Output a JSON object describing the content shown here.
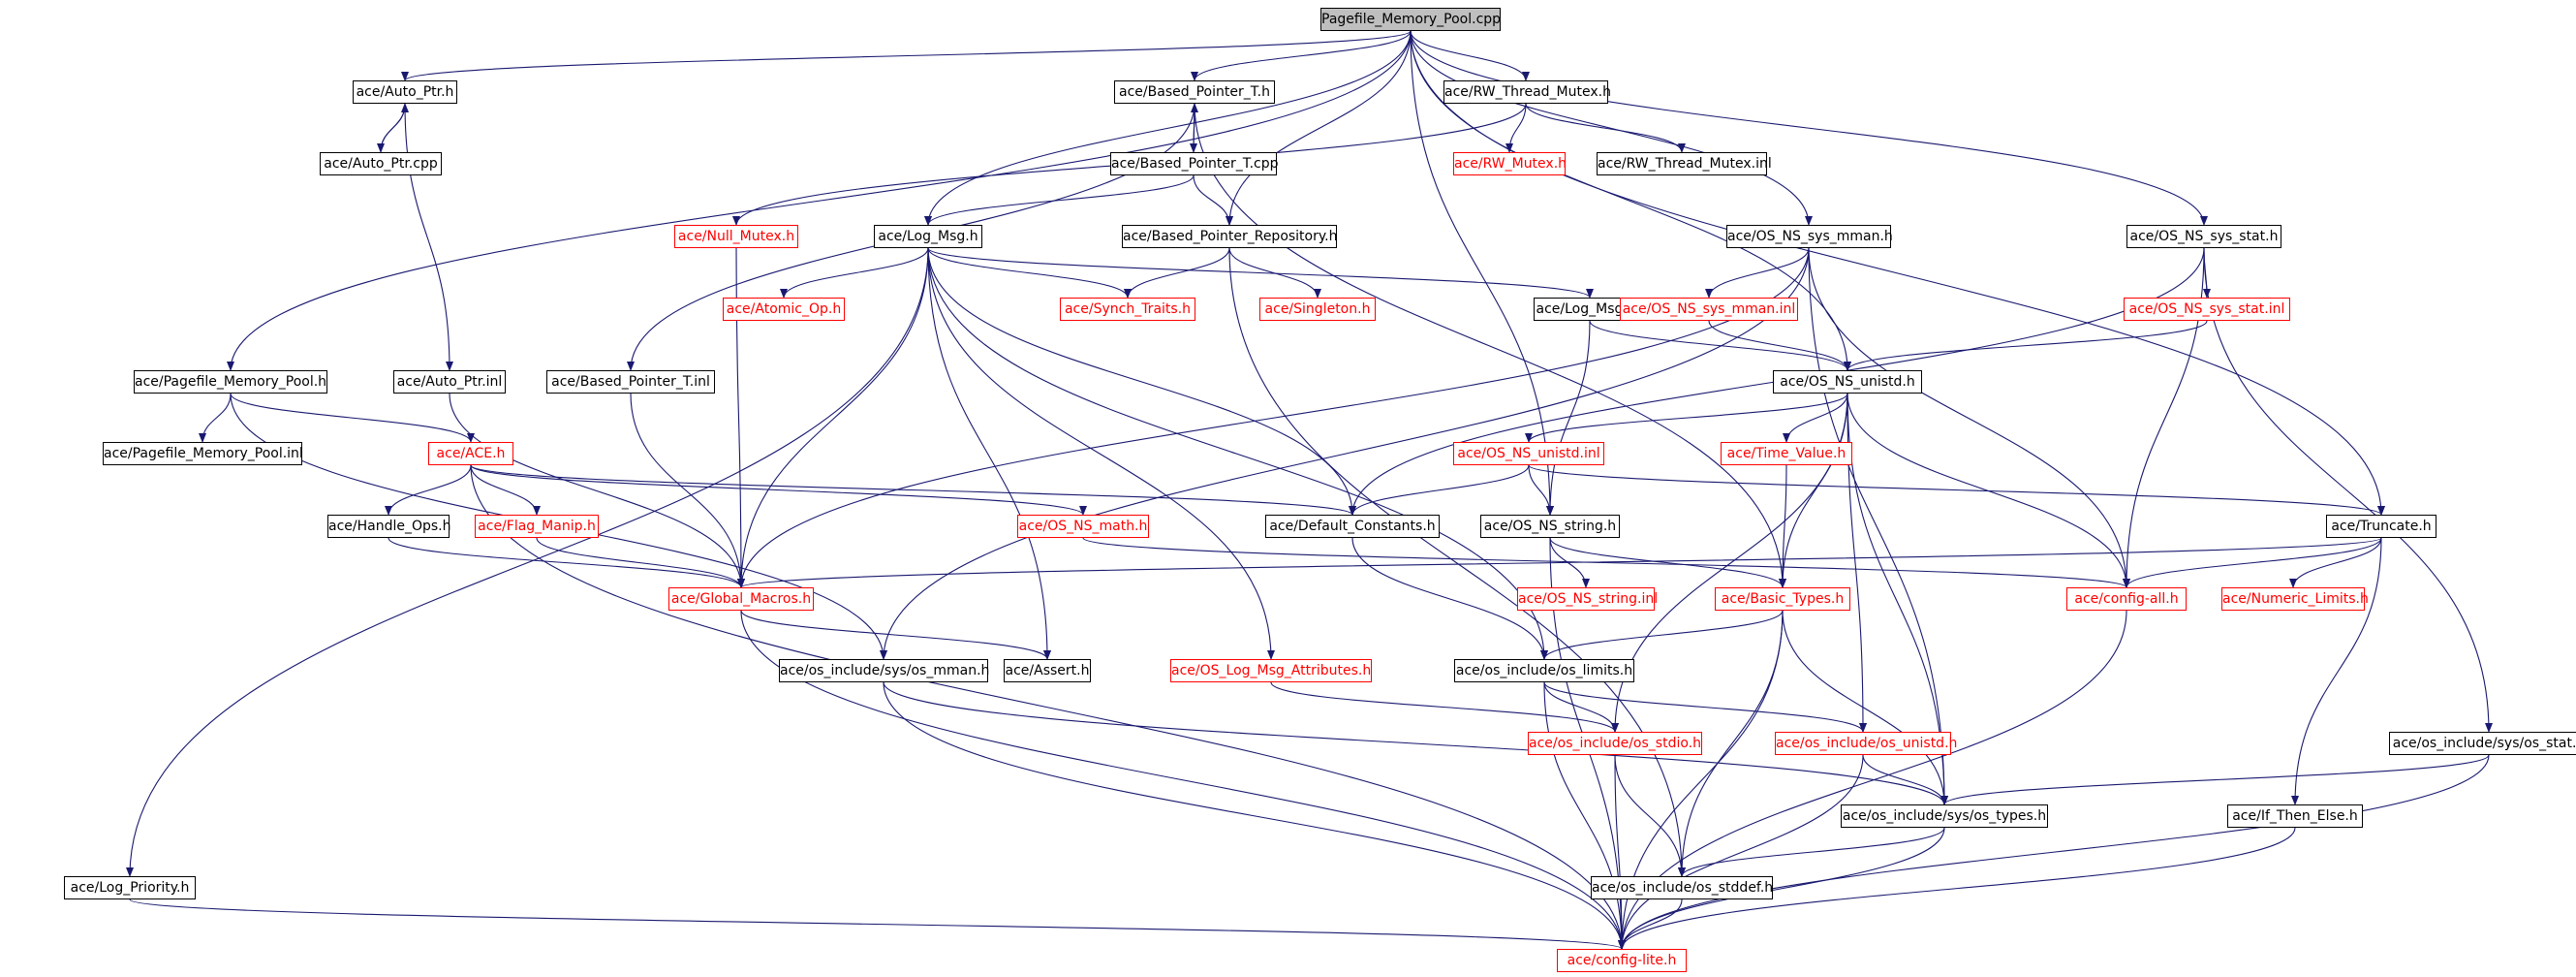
{
  "title": "Pagefile_Memory_Pool.cpp",
  "colors": {
    "edge": "#191970",
    "missing": "#ff0000",
    "root_fill": "#bfbfbf",
    "node_border": "#000000"
  },
  "nodes": [
    {
      "id": "root",
      "label": "Pagefile_Memory_Pool.cpp",
      "missing": false
    },
    {
      "id": "auto_ptr_h",
      "label": "ace/Auto_Ptr.h",
      "missing": false
    },
    {
      "id": "auto_ptr_cpp",
      "label": "ace/Auto_Ptr.cpp",
      "missing": false
    },
    {
      "id": "based_ptr_t_h",
      "label": "ace/Based_Pointer_T.h",
      "missing": false
    },
    {
      "id": "based_ptr_t_cpp",
      "label": "ace/Based_Pointer_T.cpp",
      "missing": false
    },
    {
      "id": "rw_thread_mutex_h",
      "label": "ace/RW_Thread_Mutex.h",
      "missing": false
    },
    {
      "id": "rw_mutex_h",
      "label": "ace/RW_Mutex.h",
      "missing": true
    },
    {
      "id": "rw_thread_mutex_inl",
      "label": "ace/RW_Thread_Mutex.inl",
      "missing": false
    },
    {
      "id": "null_mutex_h",
      "label": "ace/Null_Mutex.h",
      "missing": true
    },
    {
      "id": "log_msg_h",
      "label": "ace/Log_Msg.h",
      "missing": false
    },
    {
      "id": "based_ptr_repo_h",
      "label": "ace/Based_Pointer_Repository.h",
      "missing": false
    },
    {
      "id": "os_ns_sys_mman_h",
      "label": "ace/OS_NS_sys_mman.h",
      "missing": false
    },
    {
      "id": "os_ns_sys_stat_h",
      "label": "ace/OS_NS_sys_stat.h",
      "missing": false
    },
    {
      "id": "atomic_op_h",
      "label": "ace/Atomic_Op.h",
      "missing": true
    },
    {
      "id": "synch_traits_h",
      "label": "ace/Synch_Traits.h",
      "missing": true
    },
    {
      "id": "singleton_h",
      "label": "ace/Singleton.h",
      "missing": true
    },
    {
      "id": "log_msg_inl",
      "label": "ace/Log_Msg.inl",
      "missing": false
    },
    {
      "id": "os_ns_sys_mman_inl",
      "label": "ace/OS_NS_sys_mman.inl",
      "missing": true
    },
    {
      "id": "os_ns_sys_stat_inl",
      "label": "ace/OS_NS_sys_stat.inl",
      "missing": true
    },
    {
      "id": "pagefile_mp_h",
      "label": "ace/Pagefile_Memory_Pool.h",
      "missing": false
    },
    {
      "id": "auto_ptr_inl",
      "label": "ace/Auto_Ptr.inl",
      "missing": false
    },
    {
      "id": "based_ptr_t_inl",
      "label": "ace/Based_Pointer_T.inl",
      "missing": false
    },
    {
      "id": "os_ns_unistd_h",
      "label": "ace/OS_NS_unistd.h",
      "missing": false
    },
    {
      "id": "pagefile_mp_inl",
      "label": "ace/Pagefile_Memory_Pool.inl",
      "missing": false
    },
    {
      "id": "ace_h",
      "label": "ace/ACE.h",
      "missing": true
    },
    {
      "id": "os_ns_unistd_inl",
      "label": "ace/OS_NS_unistd.inl",
      "missing": true
    },
    {
      "id": "time_value_h",
      "label": "ace/Time_Value.h",
      "missing": true
    },
    {
      "id": "handle_ops_h",
      "label": "ace/Handle_Ops.h",
      "missing": false
    },
    {
      "id": "flag_manip_h",
      "label": "ace/Flag_Manip.h",
      "missing": true
    },
    {
      "id": "os_ns_math_h",
      "label": "ace/OS_NS_math.h",
      "missing": true
    },
    {
      "id": "default_constants_h",
      "label": "ace/Default_Constants.h",
      "missing": false
    },
    {
      "id": "os_ns_string_h",
      "label": "ace/OS_NS_string.h",
      "missing": false
    },
    {
      "id": "truncate_h",
      "label": "ace/Truncate.h",
      "missing": false
    },
    {
      "id": "global_macros_h",
      "label": "ace/Global_Macros.h",
      "missing": true
    },
    {
      "id": "os_ns_string_inl",
      "label": "ace/OS_NS_string.inl",
      "missing": true
    },
    {
      "id": "basic_types_h",
      "label": "ace/Basic_Types.h",
      "missing": true
    },
    {
      "id": "config_all_h",
      "label": "ace/config-all.h",
      "missing": true
    },
    {
      "id": "numeric_limits_h",
      "label": "ace/Numeric_Limits.h",
      "missing": true
    },
    {
      "id": "os_sys_mman_h",
      "label": "ace/os_include/sys/os_mman.h",
      "missing": false
    },
    {
      "id": "assert_h",
      "label": "ace/Assert.h",
      "missing": false
    },
    {
      "id": "os_log_msg_attr_h",
      "label": "ace/OS_Log_Msg_Attributes.h",
      "missing": true
    },
    {
      "id": "os_limits_h",
      "label": "ace/os_include/os_limits.h",
      "missing": false
    },
    {
      "id": "os_stdio_h",
      "label": "ace/os_include/os_stdio.h",
      "missing": true
    },
    {
      "id": "os_unistd_h",
      "label": "ace/os_include/os_unistd.h",
      "missing": true
    },
    {
      "id": "os_sys_stat_h",
      "label": "ace/os_include/sys/os_stat.h",
      "missing": false
    },
    {
      "id": "os_sys_types_h",
      "label": "ace/os_include/sys/os_types.h",
      "missing": false
    },
    {
      "id": "if_then_else_h",
      "label": "ace/If_Then_Else.h",
      "missing": false
    },
    {
      "id": "log_priority_h",
      "label": "ace/Log_Priority.h",
      "missing": false
    },
    {
      "id": "os_stddef_h",
      "label": "ace/os_include/os_stddef.h",
      "missing": false
    },
    {
      "id": "config_lite_h",
      "label": "ace/config-lite.h",
      "missing": true
    }
  ],
  "edges": [
    [
      "root",
      "auto_ptr_h"
    ],
    [
      "root",
      "based_ptr_t_h"
    ],
    [
      "root",
      "rw_thread_mutex_h"
    ],
    [
      "root",
      "log_msg_h"
    ],
    [
      "root",
      "based_ptr_repo_h"
    ],
    [
      "root",
      "os_ns_sys_mman_h"
    ],
    [
      "root",
      "os_ns_sys_stat_h"
    ],
    [
      "root",
      "pagefile_mp_h"
    ],
    [
      "root",
      "os_ns_unistd_h"
    ],
    [
      "root",
      "truncate_h"
    ],
    [
      "root",
      "os_ns_string_h"
    ],
    [
      "auto_ptr_h",
      "auto_ptr_cpp"
    ],
    [
      "auto_ptr_cpp",
      "auto_ptr_h"
    ],
    [
      "auto_ptr_h",
      "auto_ptr_inl"
    ],
    [
      "based_ptr_t_h",
      "based_ptr_t_cpp"
    ],
    [
      "based_ptr_t_cpp",
      "based_ptr_t_h"
    ],
    [
      "based_ptr_t_h",
      "based_ptr_t_inl"
    ],
    [
      "based_ptr_t_h",
      "basic_types_h"
    ],
    [
      "based_ptr_t_cpp",
      "log_msg_h"
    ],
    [
      "based_ptr_t_cpp",
      "based_ptr_repo_h"
    ],
    [
      "rw_thread_mutex_h",
      "rw_mutex_h"
    ],
    [
      "rw_thread_mutex_h",
      "rw_thread_mutex_inl"
    ],
    [
      "rw_thread_mutex_h",
      "null_mutex_h"
    ],
    [
      "null_mutex_h",
      "global_macros_h"
    ],
    [
      "log_msg_h",
      "atomic_op_h"
    ],
    [
      "log_msg_h",
      "synch_traits_h"
    ],
    [
      "log_msg_h",
      "log_msg_inl"
    ],
    [
      "log_msg_h",
      "global_macros_h"
    ],
    [
      "log_msg_h",
      "default_constants_h"
    ],
    [
      "log_msg_h",
      "assert_h"
    ],
    [
      "log_msg_h",
      "os_log_msg_attr_h"
    ],
    [
      "log_msg_h",
      "os_limits_h"
    ],
    [
      "log_msg_h",
      "log_priority_h"
    ],
    [
      "based_ptr_repo_h",
      "synch_traits_h"
    ],
    [
      "based_ptr_repo_h",
      "singleton_h"
    ],
    [
      "based_ptr_repo_h",
      "os_stddef_h"
    ],
    [
      "os_ns_sys_mman_h",
      "os_ns_sys_mman_inl"
    ],
    [
      "os_ns_sys_mman_h",
      "global_macros_h"
    ],
    [
      "os_ns_sys_mman_h",
      "os_sys_mman_h"
    ],
    [
      "os_ns_sys_mman_h",
      "config_all_h"
    ],
    [
      "os_ns_sys_mman_h",
      "os_sys_types_h"
    ],
    [
      "os_ns_sys_stat_h",
      "os_ns_sys_stat_inl"
    ],
    [
      "os_ns_sys_stat_h",
      "default_constants_h"
    ],
    [
      "os_ns_sys_stat_h",
      "config_all_h"
    ],
    [
      "os_ns_sys_stat_h",
      "os_sys_stat_h"
    ],
    [
      "os_ns_sys_mman_inl",
      "os_ns_unistd_h"
    ],
    [
      "os_ns_sys_stat_inl",
      "os_ns_unistd_h"
    ],
    [
      "log_msg_inl",
      "os_ns_unistd_h"
    ],
    [
      "log_msg_inl",
      "os_ns_string_h"
    ],
    [
      "pagefile_mp_h",
      "pagefile_mp_inl"
    ],
    [
      "pagefile_mp_h",
      "ace_h"
    ],
    [
      "pagefile_mp_h",
      "os_sys_mman_h"
    ],
    [
      "auto_ptr_inl",
      "global_macros_h"
    ],
    [
      "based_ptr_t_inl",
      "global_macros_h"
    ],
    [
      "os_ns_unistd_h",
      "os_ns_unistd_inl"
    ],
    [
      "os_ns_unistd_h",
      "time_value_h"
    ],
    [
      "os_ns_unistd_h",
      "basic_types_h"
    ],
    [
      "os_ns_unistd_h",
      "config_all_h"
    ],
    [
      "os_ns_unistd_h",
      "os_stdio_h"
    ],
    [
      "os_ns_unistd_h",
      "os_unistd_h"
    ],
    [
      "os_ns_unistd_h",
      "os_sys_types_h"
    ],
    [
      "os_ns_unistd_inl",
      "default_constants_h"
    ],
    [
      "os_ns_unistd_inl",
      "os_ns_string_h"
    ],
    [
      "os_ns_unistd_inl",
      "truncate_h"
    ],
    [
      "time_value_h",
      "basic_types_h"
    ],
    [
      "ace_h",
      "handle_ops_h"
    ],
    [
      "ace_h",
      "flag_manip_h"
    ],
    [
      "ace_h",
      "os_ns_math_h"
    ],
    [
      "ace_h",
      "default_constants_h"
    ],
    [
      "ace_h",
      "config_lite_h"
    ],
    [
      "handle_ops_h",
      "global_macros_h"
    ],
    [
      "flag_manip_h",
      "global_macros_h"
    ],
    [
      "os_ns_math_h",
      "config_all_h"
    ],
    [
      "default_constants_h",
      "os_limits_h"
    ],
    [
      "os_ns_string_h",
      "os_ns_string_inl"
    ],
    [
      "os_ns_string_h",
      "basic_types_h"
    ],
    [
      "os_ns_string_h",
      "config_lite_h"
    ],
    [
      "truncate_h",
      "global_macros_h"
    ],
    [
      "truncate_h",
      "config_all_h"
    ],
    [
      "truncate_h",
      "numeric_limits_h"
    ],
    [
      "truncate_h",
      "if_then_else_h"
    ],
    [
      "global_macros_h",
      "assert_h"
    ],
    [
      "global_macros_h",
      "config_lite_h"
    ],
    [
      "basic_types_h",
      "os_limits_h"
    ],
    [
      "basic_types_h",
      "os_stddef_h"
    ],
    [
      "basic_types_h",
      "os_sys_types_h"
    ],
    [
      "basic_types_h",
      "config_lite_h"
    ],
    [
      "config_all_h",
      "config_lite_h"
    ],
    [
      "os_sys_mman_h",
      "os_sys_types_h"
    ],
    [
      "os_sys_mman_h",
      "config_lite_h"
    ],
    [
      "os_log_msg_attr_h",
      "os_stdio_h"
    ],
    [
      "os_limits_h",
      "os_stdio_h"
    ],
    [
      "os_limits_h",
      "os_unistd_h"
    ],
    [
      "os_limits_h",
      "config_lite_h"
    ],
    [
      "os_stdio_h",
      "os_stddef_h"
    ],
    [
      "os_stdio_h",
      "config_lite_h"
    ],
    [
      "os_unistd_h",
      "os_sys_types_h"
    ],
    [
      "os_unistd_h",
      "config_lite_h"
    ],
    [
      "os_sys_stat_h",
      "os_sys_types_h"
    ],
    [
      "os_sys_stat_h",
      "config_lite_h"
    ],
    [
      "os_sys_types_h",
      "os_stddef_h"
    ],
    [
      "os_sys_types_h",
      "config_lite_h"
    ],
    [
      "if_then_else_h",
      "config_lite_h"
    ],
    [
      "log_priority_h",
      "config_lite_h"
    ],
    [
      "os_stddef_h",
      "config_lite_h"
    ]
  ]
}
